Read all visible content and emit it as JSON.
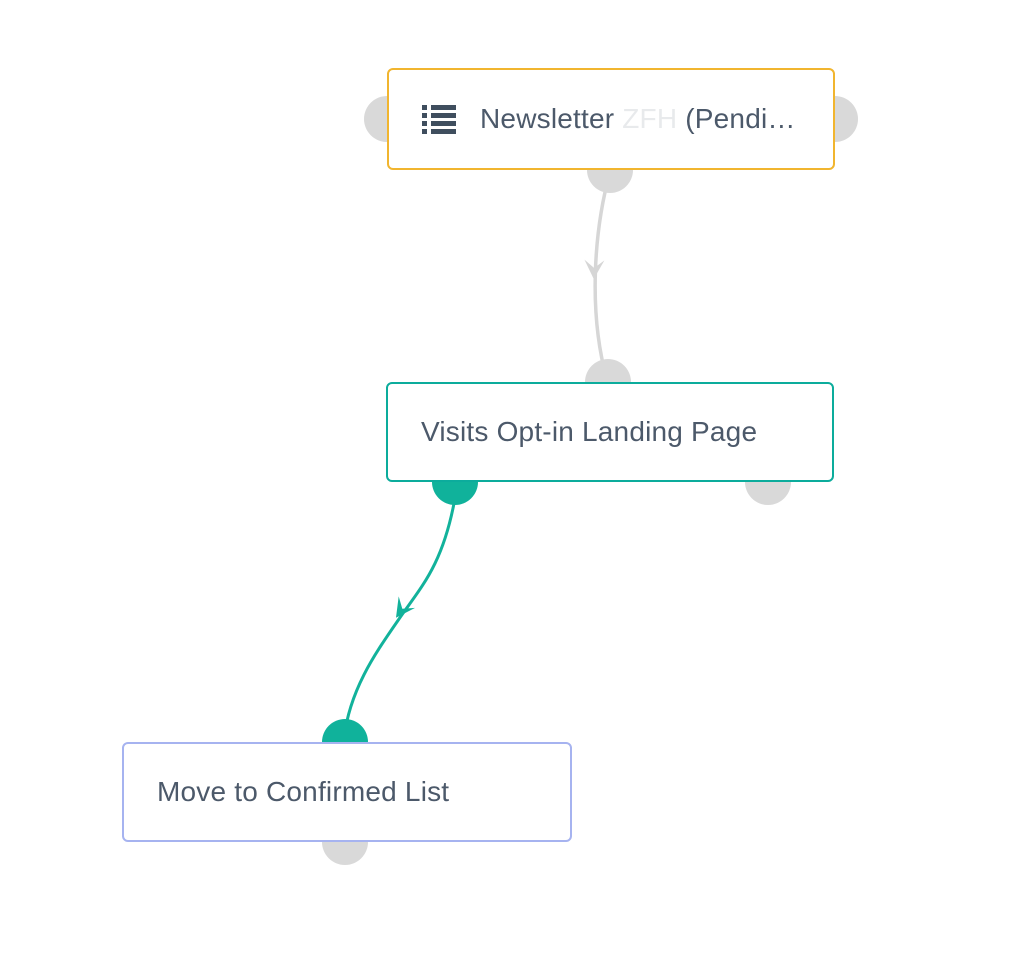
{
  "app": {
    "view": "automation-workflow-canvas"
  },
  "colors": {
    "canvas_bg": "#ffffff",
    "node_bg": "#ffffff",
    "node_text": "#4C596A",
    "node_text_faded": "#E8EAEC",
    "trigger_border": "#F1B52F",
    "selected_border": "#0CAC9C",
    "action_border": "#A6B3F0",
    "connector_inactive": "#D6D6D6",
    "connector_active": "#12B29B",
    "port_gray": "#D9D9D9",
    "port_teal": "#10B29B",
    "list_icon": "#3F4E5E"
  },
  "nodes": {
    "newsletter": {
      "label_prefix": "Newsletter ",
      "label_faded": "ZFH",
      "label_suffix": " (Pendi…",
      "icon": "list-icon",
      "ports": [
        "left-gray",
        "right-gray",
        "bottom-gray"
      ]
    },
    "visits": {
      "label": "Visits Opt-in Landing Page",
      "ports": [
        "top-gray",
        "bottom-left-teal",
        "bottom-right-gray"
      ]
    },
    "move": {
      "label": "Move to Confirmed List",
      "ports": [
        "top-teal",
        "bottom-gray"
      ]
    }
  },
  "edges": [
    {
      "from": "newsletter",
      "to": "visits",
      "state": "inactive",
      "color": "#D6D6D6"
    },
    {
      "from": "visits",
      "to": "move",
      "state": "active",
      "color": "#12B29B"
    }
  ]
}
